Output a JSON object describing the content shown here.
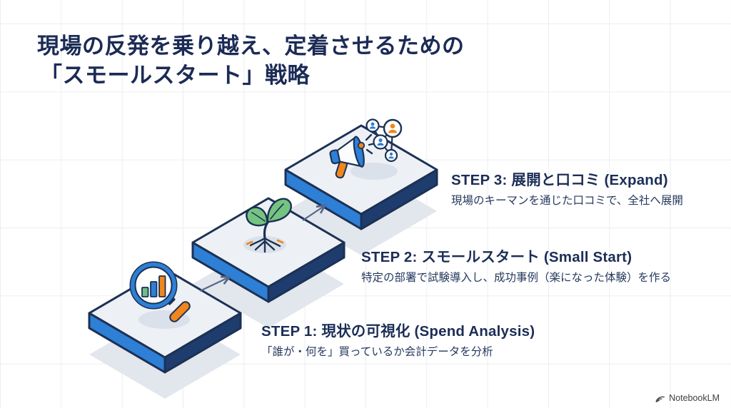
{
  "slide": {
    "title_line1": "現場の反発を乗り越え、定着させるための",
    "title_line2": "「スモールスタート」戦略"
  },
  "steps": [
    {
      "heading": "STEP 1: 現状の可視化 (Spend Analysis)",
      "description": "「誰が・何を」買っているか会計データを分析",
      "icon": "magnifier-bar-chart-icon"
    },
    {
      "heading": "STEP 2: スモールスタート (Small Start)",
      "description": "特定の部署で試験導入し、成功事例（楽になった体験）を作る",
      "icon": "sprout-icon"
    },
    {
      "heading": "STEP 3: 展開と口コミ (Expand)",
      "description": "現場のキーマンを通じた口コミで、全社へ展開",
      "icon": "megaphone-network-icon"
    }
  ],
  "footer": {
    "brand": "NotebookLM"
  },
  "colors": {
    "title_navy": "#1b2b55",
    "outline_navy": "#1c3153",
    "accent_blue": "#2e7fd6",
    "side_navy": "#1e3d6e",
    "platform_top": "#edf1f6",
    "shadow_gray": "#e2e6ed",
    "accent_orange": "#f0861c",
    "accent_green": "#6fbe87"
  }
}
